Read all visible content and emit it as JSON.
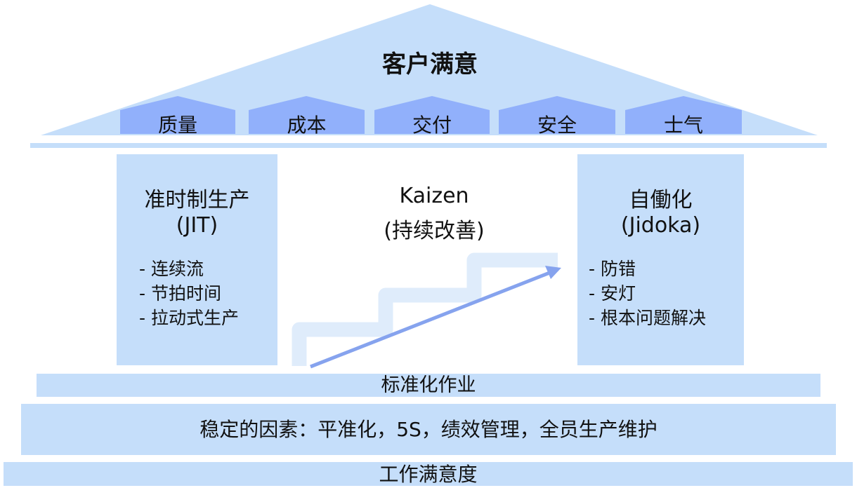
{
  "roof": {
    "title": "客户满意",
    "goals": [
      "质量",
      "成本",
      "交付",
      "安全",
      "士气"
    ]
  },
  "left_pillar": {
    "title": "准时制生产",
    "subtitle": "(JIT)",
    "items": [
      "- 连续流",
      "- 节拍时间",
      "- 拉动式生产"
    ]
  },
  "center": {
    "title": "Kaizen",
    "subtitle": "(持续改善)"
  },
  "right_pillar": {
    "title": "自働化",
    "subtitle": "(Jidoka)",
    "items": [
      "- 防错",
      "- 安灯",
      "- 根本问题解决"
    ]
  },
  "foundation": {
    "standard_work": "标准化作业",
    "stability": "稳定的因素：平准化，5S，绩效管理，全员生产维护",
    "satisfaction": "工作满意度"
  },
  "colors": {
    "light": "#c5defa",
    "goal": "#91b0fb",
    "stairs": "#dfecfb",
    "arrow": "#86a3ee"
  }
}
